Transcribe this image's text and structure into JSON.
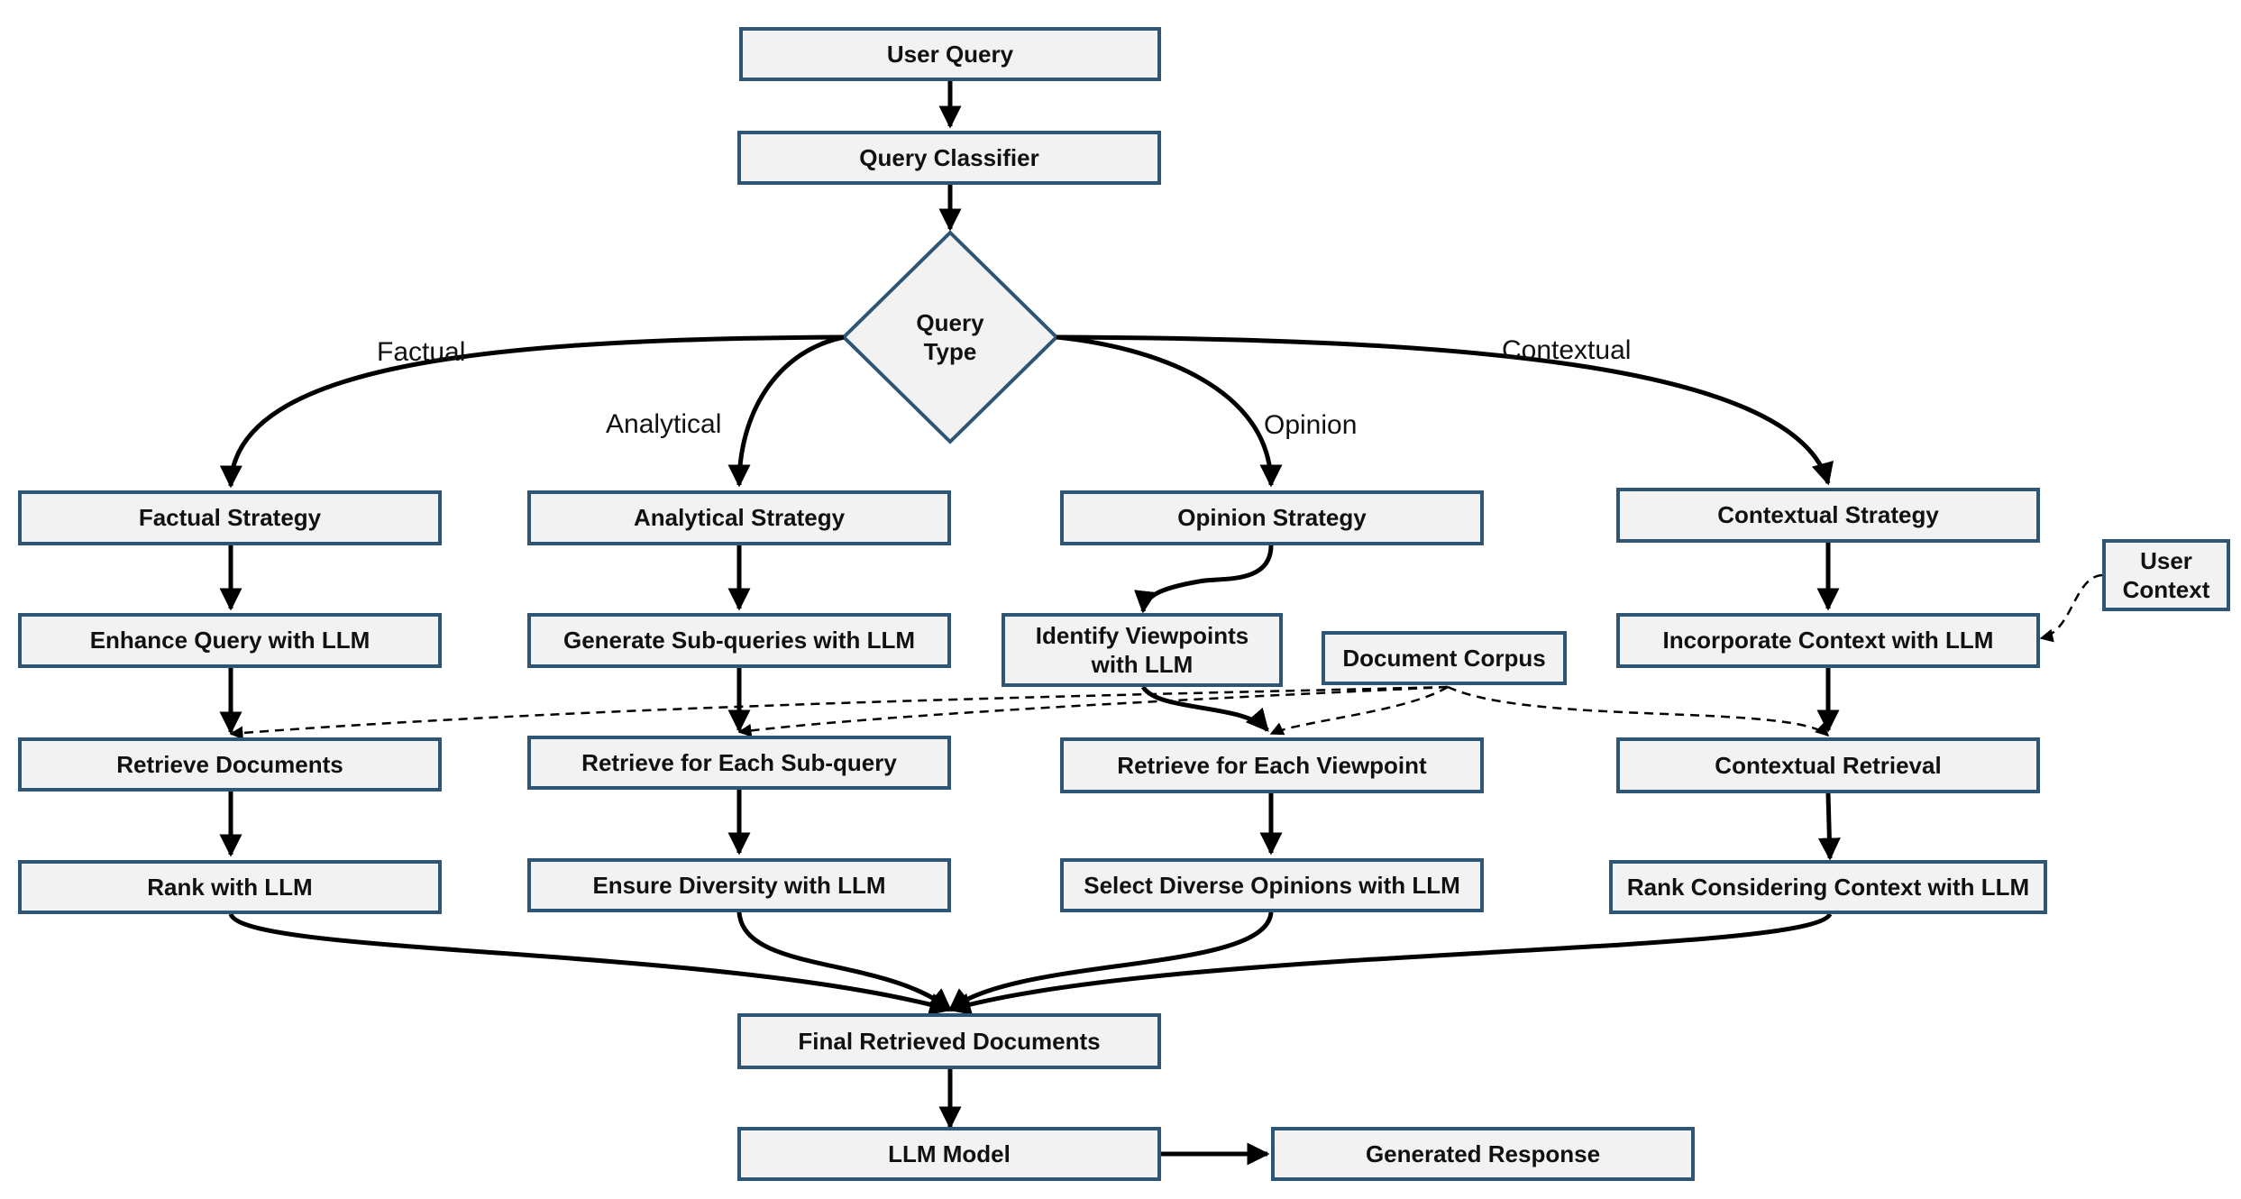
{
  "colors": {
    "box_fill": "#f2f2f2",
    "box_border": "#2f5575",
    "arrow": "#000000"
  },
  "nodes": {
    "user_query": "User Query",
    "query_classifier": "Query Classifier",
    "query_type": "Query\nType",
    "factual_strategy": "Factual Strategy",
    "analytical_strategy": "Analytical  Strategy",
    "opinion_strategy": "Opinion  Strategy",
    "contextual_strategy": "Contextual  Strategy",
    "enhance_query": "Enhance Query with LLM",
    "generate_subqueries": "Generate Sub-queries with LLM",
    "identify_viewpoints": "Identify Viewpoints\nwith LLM",
    "document_corpus": "Document Corpus",
    "incorporate_context": "Incorporate Context with LLM",
    "user_context": "User\nContext",
    "retrieve_documents": "Retrieve Documents",
    "retrieve_subquery": "Retrieve for Each Sub-query",
    "retrieve_viewpoint": "Retrieve for Each Viewpoint",
    "contextual_retrieval": "Contextual Retrieval",
    "rank_llm": "Rank with LLM",
    "ensure_diversity": "Ensure Diversity with LLM",
    "select_opinions": "Select Diverse Opinions with LLM",
    "rank_context": "Rank Considering Context with LLM",
    "final_docs": "Final Retrieved Documents",
    "llm_model": "LLM Model",
    "generated_response": "Generated Response"
  },
  "branches": {
    "factual": "Factual",
    "analytical": "Analytical",
    "opinion": "Opinion",
    "contextual": "Contextual"
  }
}
